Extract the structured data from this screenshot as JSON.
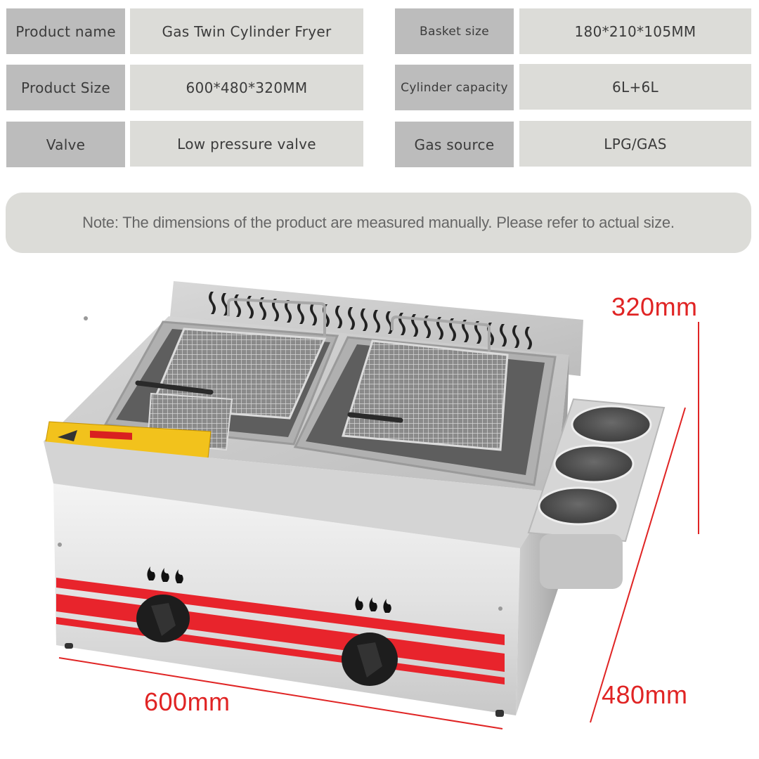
{
  "specs": {
    "left": [
      {
        "label": "Product name",
        "value": "Gas Twin Cylinder Fryer"
      },
      {
        "label": "Product Size",
        "value": "600*480*320MM"
      },
      {
        "label": "Valve",
        "value": "Low pressure valve"
      }
    ],
    "right": [
      {
        "label": "Basket size",
        "value": "180*210*105MM"
      },
      {
        "label": "Cylinder capacity",
        "value": "6L+6L"
      },
      {
        "label": "Gas source",
        "value": "LPG/GAS"
      }
    ]
  },
  "note": "Note: The dimensions of the product are measured manually. Please refer to actual size.",
  "dimensions": {
    "height": "320mm",
    "width": "600mm",
    "depth": "480mm"
  },
  "product": {
    "description": "Stainless steel gas twin cylinder fryer with two mesh baskets, two control knobs, three side cups",
    "knob_count": 2,
    "basket_count": 2,
    "side_cup_count": 3,
    "accent_color": "#e8242c",
    "dimension_color": "#e02424"
  }
}
